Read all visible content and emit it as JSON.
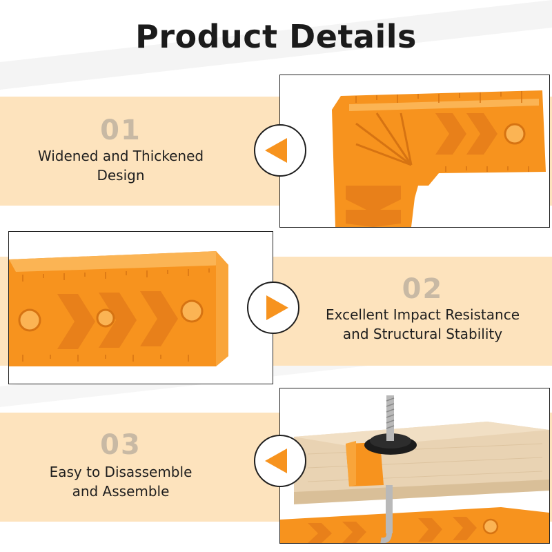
{
  "page_title": "Product Details",
  "colors": {
    "band": "#fde3bd",
    "accent_orange": "#f7931e",
    "number_gray": "#c8b9a4",
    "text_dark": "#1e1e1e"
  },
  "features": [
    {
      "number": "01",
      "line1": "Widened and Thickened",
      "line2": "Design",
      "arrow": "left-arrow-icon"
    },
    {
      "number": "02",
      "line1": "Excellent Impact Resistance",
      "line2": "and Structural Stability",
      "arrow": "right-arrow-icon"
    },
    {
      "number": "03",
      "line1": "Easy to Disassemble",
      "line2": "and Assemble",
      "arrow": "left-arrow-icon"
    }
  ]
}
